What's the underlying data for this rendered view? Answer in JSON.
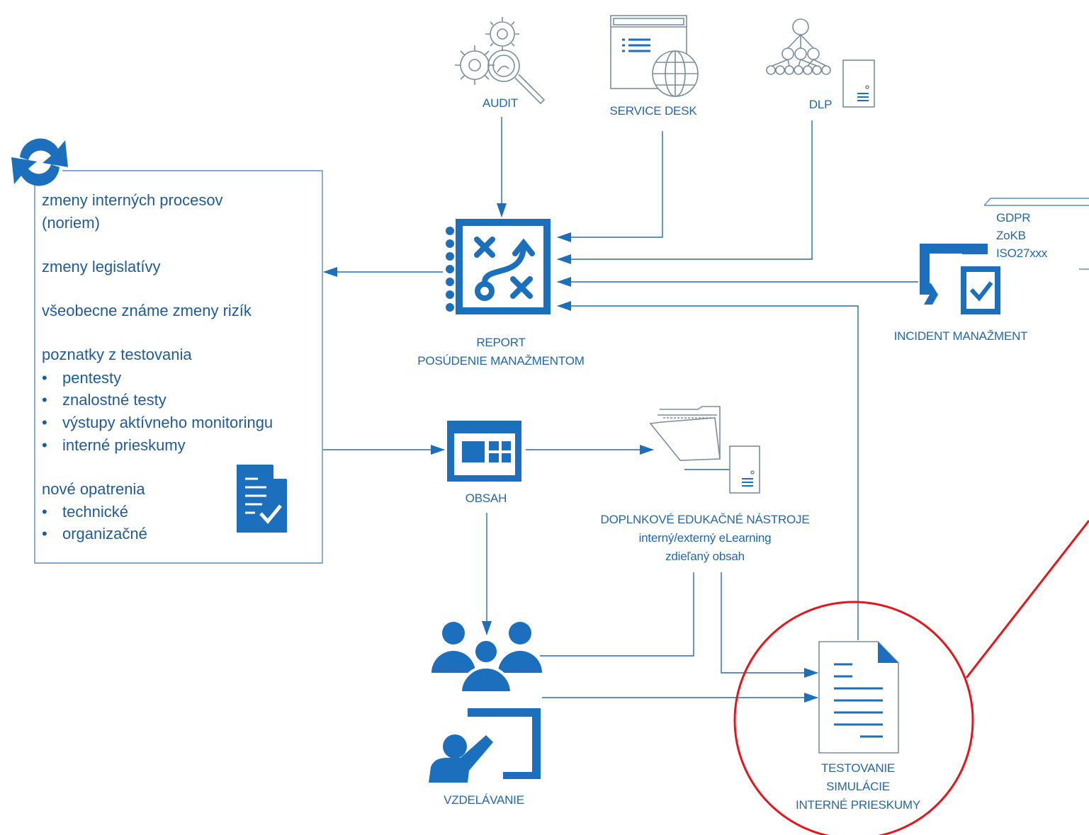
{
  "nodes": {
    "audit": "AUDIT",
    "service_desk": "SERVICE DESK",
    "dlp": "DLP",
    "report": [
      "REPORT",
      "POSÚDENIE MANAŽMENTOM"
    ],
    "incident": "INCIDENT MANAŽMENT",
    "obsah": "OBSAH",
    "doplnkove": [
      "DOPLNKOVÉ EDUKAČNÉ NÁSTROJE",
      "interný/externý eLearning",
      "zdieľaný obsah"
    ],
    "vzdelavanie": "VZDELÁVANIE",
    "testovanie": [
      "TESTOVANIE",
      "SIMULÁCIE",
      "INTERNÉ PRIESKUMY"
    ]
  },
  "standards": [
    "GDPR",
    "ZoKB",
    "ISO27xxx"
  ],
  "changes_panel": {
    "items": [
      {
        "type": "text",
        "text": "zmeny interných procesov"
      },
      {
        "type": "text",
        "text": "(noriem)"
      },
      {
        "type": "text",
        "text": "zmeny legislatívy"
      },
      {
        "type": "text",
        "text": "všeobecne známe zmeny rizík"
      },
      {
        "type": "text",
        "text": "poznatky z testovania"
      },
      {
        "type": "bullet",
        "text": "pentesty"
      },
      {
        "type": "bullet",
        "text": "znalostné testy"
      },
      {
        "type": "bullet",
        "text": "výstupy aktívneho monitoringu"
      },
      {
        "type": "bullet",
        "text": "interné prieskumy"
      },
      {
        "type": "text",
        "text": "nové opatrenia"
      },
      {
        "type": "bullet",
        "text": "technické"
      },
      {
        "type": "bullet",
        "text": "organizačné"
      }
    ]
  },
  "colors": {
    "primary": "#1b6fbd",
    "line": "#2a6aae",
    "text": "#2367a8",
    "highlight": "#e8141b"
  },
  "icons": {
    "cycle": "refresh-cycle-icon",
    "audit": "gears-magnifier-icon",
    "service_desk": "browser-globe-icon",
    "dlp": "org-tree-server-icon",
    "report": "strategy-board-icon",
    "incident": "monitor-check-icon",
    "obsah": "content-window-icon",
    "doplnkove": "folder-server-icon",
    "users": "user-group-icon",
    "vzdelavanie": "presenter-board-icon",
    "testovanie": "document-lines-icon",
    "checklist": "checklist-document-icon"
  }
}
